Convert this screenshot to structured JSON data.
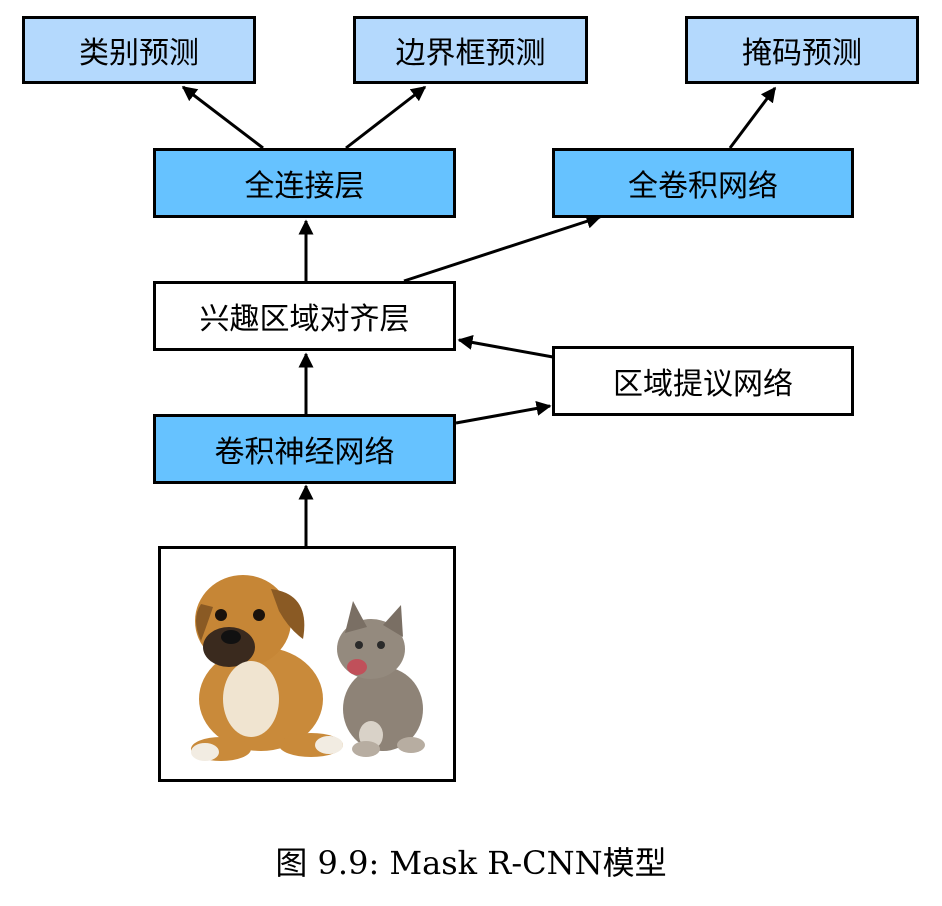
{
  "nodes": {
    "class_pred": "类别预测",
    "bbox_pred": "边界框预测",
    "mask_pred": "掩码预测",
    "fc": "全连接层",
    "fcn": "全卷积网络",
    "roi_align": "兴趣区域对齐层",
    "rpn": "区域提议网络",
    "cnn": "卷积神经网络"
  },
  "caption": "图 9.9: Mask R-CNN模型",
  "colors": {
    "light_box": "#b4d9fd",
    "blue_box": "#66c2ff",
    "white_box": "#ffffff",
    "stroke": "#000000",
    "dog_fur": "#c98a3a",
    "cat_fur": "#8e8377"
  }
}
